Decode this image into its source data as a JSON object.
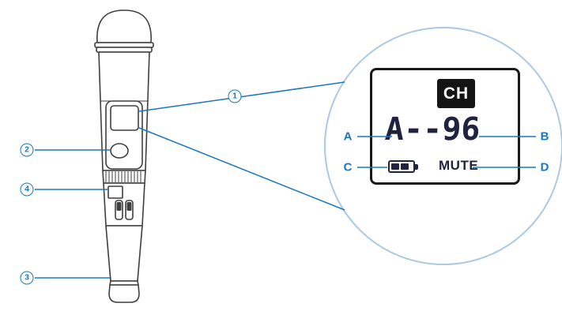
{
  "colors": {
    "accent": "#1878be",
    "magnifier_ring": "#a9c9e6",
    "line_art": "#3f3f3f",
    "lcd_text": "#20233f",
    "badge_bg": "#141414"
  },
  "callouts": [
    {
      "id": 1,
      "label": "1",
      "target": "lcd-display"
    },
    {
      "id": 2,
      "label": "2",
      "target": "power-button"
    },
    {
      "id": 3,
      "label": "3",
      "target": "end-cap"
    },
    {
      "id": 4,
      "label": "4",
      "target": "battery-compartment"
    }
  ],
  "lcd": {
    "ch_badge": "CH",
    "channel": "A--96",
    "mute": "MUTE",
    "battery_level": "2-of-3-bars"
  },
  "point_labels": {
    "a": "A",
    "b": "B",
    "c": "C",
    "d": "D"
  }
}
